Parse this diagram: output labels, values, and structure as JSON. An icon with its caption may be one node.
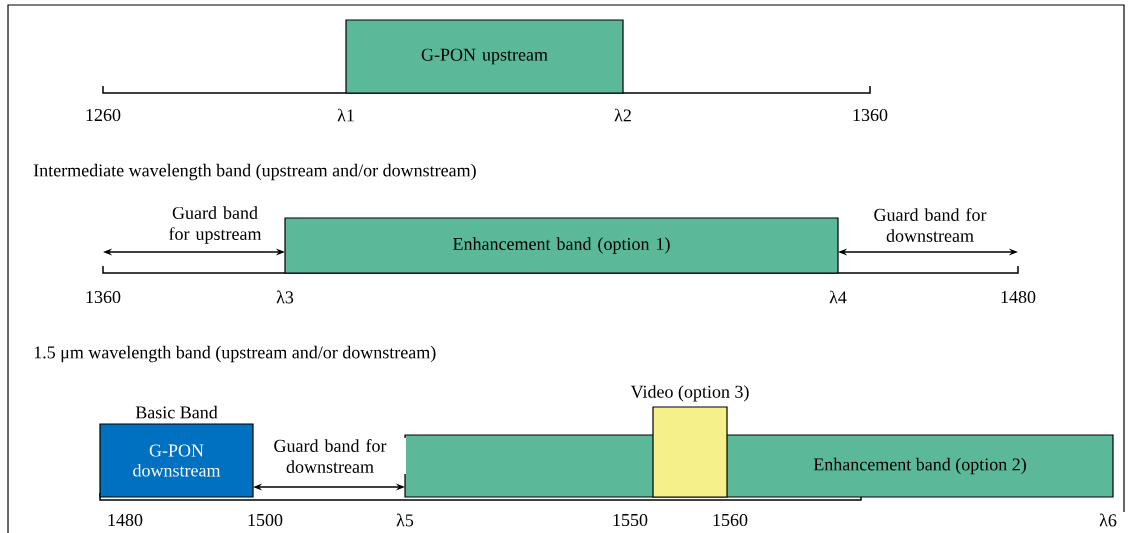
{
  "diagram": {
    "nodes": [
      {
        "text": [
          "G-PON upstream"
        ]
      },
      {
        "text": [
          "Enhancement band (option 1)"
        ]
      },
      {
        "text": [
          "G-PON downstream"
        ],
        "beside": [
          "Basic Band"
        ]
      },
      {
        "text": [
          "Enhancement band (option 2)"
        ]
      },
      {
        "text": [
          "Video (option 3)"
        ]
      }
    ],
    "edges": [
      {
        "from": null,
        "to": 1,
        "arrow": "both",
        "label": "Guard band for upstream"
      },
      {
        "from": 1,
        "to": null,
        "arrow": "both",
        "label": "Guard band for downstream"
      },
      {
        "from": 2,
        "to": 3,
        "arrow": "both",
        "label": "Guard band for downstream"
      }
    ],
    "labels": [
      "1260",
      "λ1",
      "λ2",
      "1360",
      "Intermediate wavelength band (upstream and/or downstream)",
      "1360",
      "λ3",
      "λ4",
      "1480",
      "1.5 μm wavelength band (upstream and/or downstream)",
      "1480",
      "1500",
      "λ5",
      "1550",
      "1560",
      "λ6"
    ]
  }
}
